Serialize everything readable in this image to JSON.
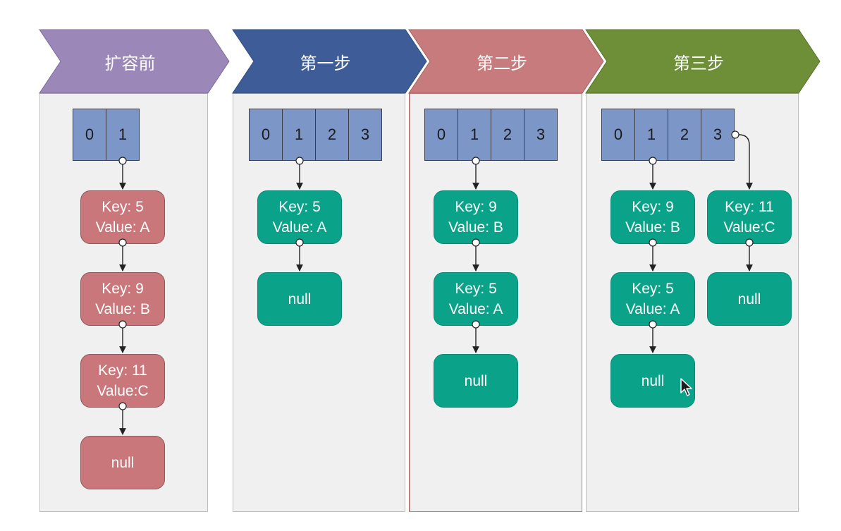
{
  "colors": {
    "header_before": "#9b87b8",
    "header_step1": "#3e5c97",
    "header_step2": "#c77b7c",
    "header_step3": "#6e8f37",
    "node_before": "#c9777a",
    "node_after": "#0aa38a",
    "bucket": "#7d96c8"
  },
  "columns": [
    {
      "header": "扩容前",
      "buckets": [
        "0",
        "1"
      ],
      "nodes": [
        {
          "key": "Key: 5",
          "value": "Value: A"
        },
        {
          "key": "Key: 9",
          "value": "Value: B"
        },
        {
          "key": "Key: 11",
          "value": "Value:C"
        },
        {
          "key": "null",
          "value": ""
        }
      ]
    },
    {
      "header": "第一步",
      "buckets": [
        "0",
        "1",
        "2",
        "3"
      ],
      "nodes": [
        {
          "key": "Key: 5",
          "value": "Value: A"
        },
        {
          "key": "null",
          "value": ""
        }
      ]
    },
    {
      "header": "第二步",
      "buckets": [
        "0",
        "1",
        "2",
        "3"
      ],
      "nodes": [
        {
          "key": "Key: 9",
          "value": "Value: B"
        },
        {
          "key": "Key: 5",
          "value": "Value: A"
        },
        {
          "key": "null",
          "value": ""
        }
      ]
    },
    {
      "header": "第三步",
      "buckets": [
        "0",
        "1",
        "2",
        "3"
      ],
      "nodes": [
        {
          "key": "Key: 9",
          "value": "Value: B"
        },
        {
          "key": "Key: 5",
          "value": "Value: A"
        },
        {
          "key": "null",
          "value": ""
        },
        {
          "key": "Key: 11",
          "value": "Value:C"
        },
        {
          "key": "null",
          "value": ""
        }
      ]
    }
  ]
}
